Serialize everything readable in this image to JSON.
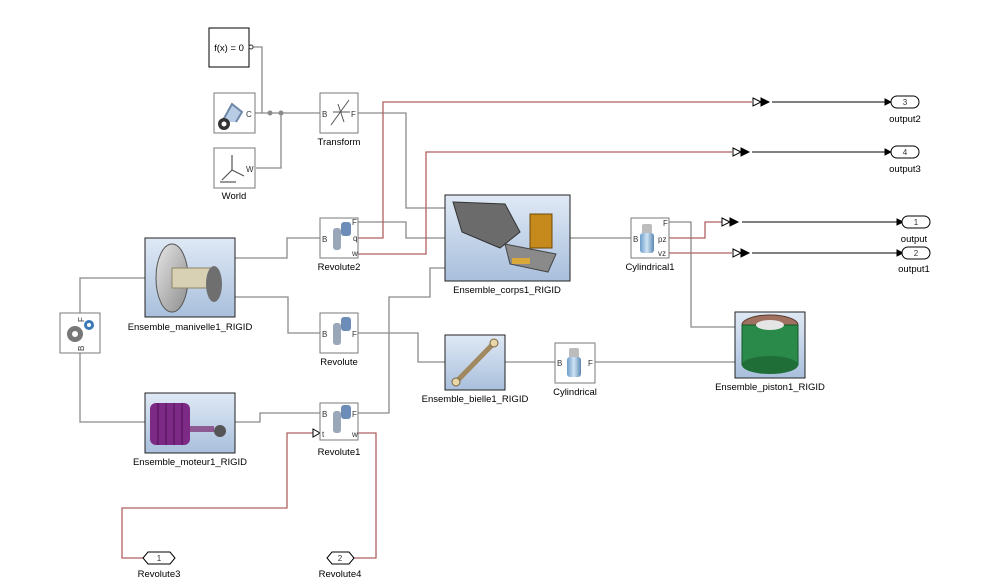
{
  "diagram": {
    "colors": {
      "physical": "#8a8a8a",
      "signal": "#b06060",
      "line": "#000000"
    },
    "blocks": {
      "fx": "f(x) = 0",
      "transform": "Transform",
      "world": "World",
      "revolute2": "Revolute2",
      "revolute": "Revolute",
      "revolute1": "Revolute1",
      "corps": "Ensemble_corps1_RIGID",
      "manivelle": "Ensemble_manivelle1_RIGID",
      "moteur": "Ensemble_moteur1_RIGID",
      "bielle": "Ensemble_bielle1_RIGID",
      "piston": "Ensemble_piston1_RIGID",
      "cylindrical1": "Cylindrical1",
      "cylindrical": "Cylindrical"
    },
    "ports": {
      "b": "B",
      "f": "F",
      "c": "C",
      "w": "W",
      "q": "q",
      "wl": "w",
      "pz": "pz",
      "vz": "vz",
      "t": "t"
    },
    "outports": [
      {
        "num": "3",
        "name": "output2"
      },
      {
        "num": "4",
        "name": "output3"
      },
      {
        "num": "1",
        "name": "output"
      },
      {
        "num": "2",
        "name": "output1"
      }
    ],
    "inports": [
      {
        "num": "1",
        "name": "Revolute3"
      },
      {
        "num": "2",
        "name": "Revolute4"
      }
    ]
  }
}
